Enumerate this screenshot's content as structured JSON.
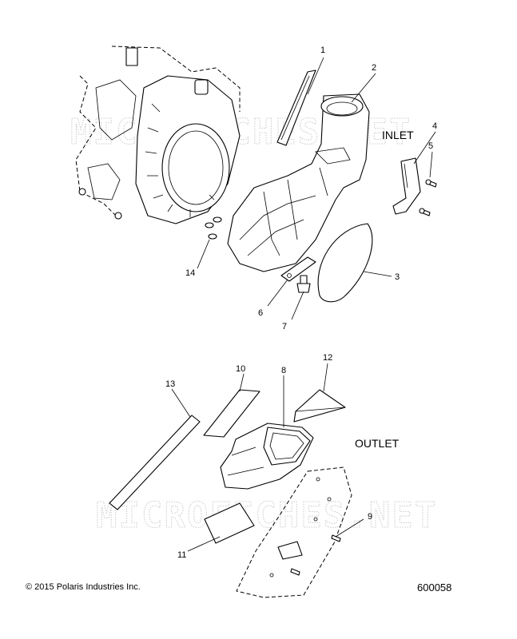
{
  "watermark": "MICROFICHES.NET",
  "sections": {
    "inlet": "INLET",
    "outlet": "OUTLET"
  },
  "callouts": {
    "c1": "1",
    "c2": "2",
    "c3": "3",
    "c4": "4",
    "c5": "5",
    "c6": "6",
    "c7": "7",
    "c8": "8",
    "c9": "9",
    "c10": "10",
    "c11": "11",
    "c12": "12",
    "c13": "13",
    "c14": "14"
  },
  "footer": {
    "copyright": "© 2015 Polaris Industries Inc.",
    "reference": "600058"
  }
}
